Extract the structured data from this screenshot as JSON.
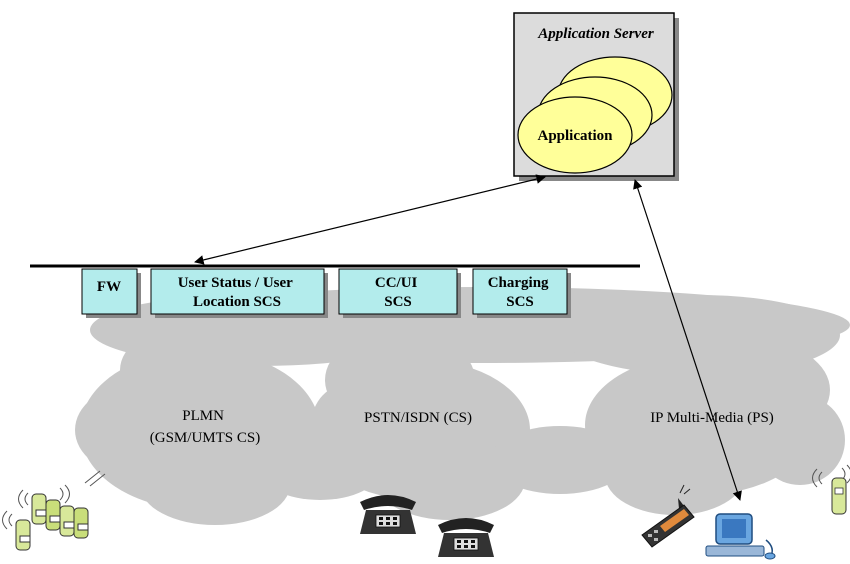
{
  "application_server": {
    "title": "Application Server",
    "application_label": "Application"
  },
  "scs_bar": {
    "boxes": [
      {
        "lines": [
          "FW"
        ]
      },
      {
        "lines": [
          "User Status / User",
          "Location SCS"
        ]
      },
      {
        "lines": [
          "CC/UI",
          "SCS"
        ]
      },
      {
        "lines": [
          "Charging",
          "SCS"
        ]
      }
    ]
  },
  "networks": {
    "plmn": {
      "lines": [
        "PLMN",
        "(GSM/UMTS CS)"
      ]
    },
    "pstn": {
      "lines": [
        "PSTN/ISDN (CS)"
      ]
    },
    "ip": {
      "lines": [
        "IP Multi-Media (PS)"
      ]
    }
  },
  "colors": {
    "cloud": "#c8c8c8",
    "scs_box": "#b3ecec",
    "server_box": "#dcdcdc",
    "ellipse": "#ffff99",
    "line": "#000000"
  },
  "icons": [
    "mobile-phones-icon",
    "desk-phone-icon",
    "pda-icon",
    "computer-icon"
  ]
}
